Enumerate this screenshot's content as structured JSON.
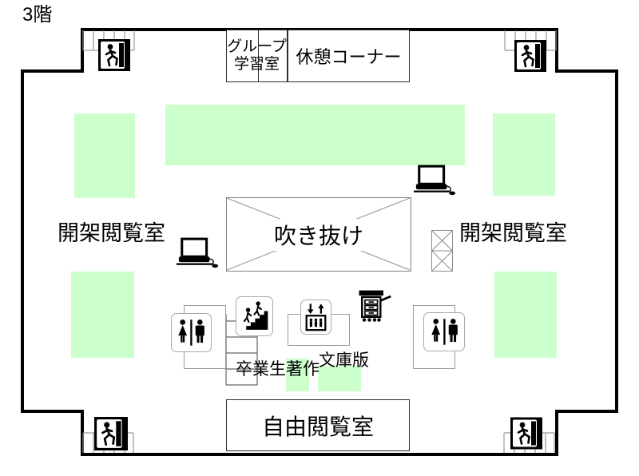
{
  "floor_label": "3階",
  "rooms": {
    "group_study": {
      "line1": "グループ",
      "line2": "学習室"
    },
    "rest_corner": {
      "label": "休憩コーナー"
    },
    "open_stacks": {
      "label": "開架閲覧室"
    },
    "atrium": {
      "label": "吹き抜け"
    },
    "free_reading": {
      "label": "自由閲覧室"
    }
  },
  "shelf_labels": {
    "alumni_works": "卒業生著作",
    "paperback": "文庫版"
  },
  "icons": {
    "exit": "exit-icon",
    "restroom": "restroom-icon",
    "stairs": "stairs-icon",
    "elevator": "elevator-icon",
    "laptop": "laptop-icon",
    "book_cart": "book-cart-icon",
    "book_lift": "book-lift-icon"
  },
  "colors": {
    "shelf_green": "#ccffcc",
    "wall_black": "#000000",
    "outline_gray": "#808080"
  }
}
